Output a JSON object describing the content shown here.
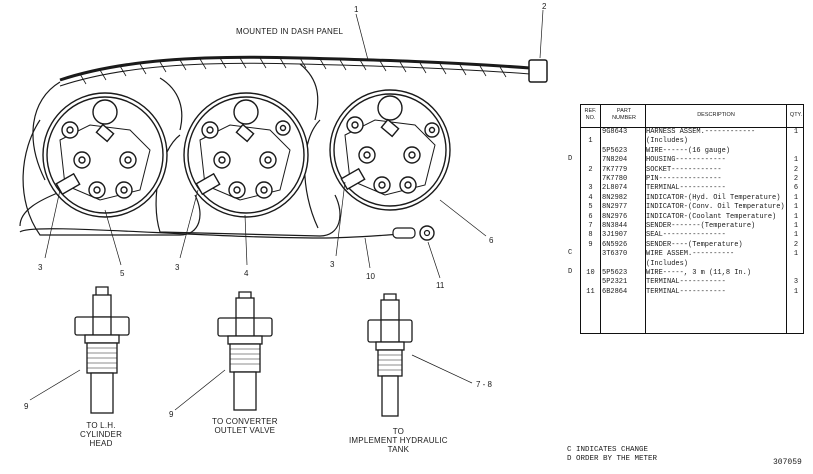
{
  "diagram": {
    "title": "MOUNTED IN DASH PANEL",
    "callouts": [
      "1",
      "2",
      "3",
      "5",
      "3",
      "4",
      "3",
      "10",
      "11",
      "6",
      "9",
      "9",
      "7 - 8"
    ],
    "sender_labels": [
      [
        "TO L.H.",
        "CYLINDER",
        "HEAD"
      ],
      [
        "TO CONVERTER",
        "OUTLET VALVE"
      ],
      [
        "TO",
        "IMPLEMENT HYDRAULIC",
        "TANK"
      ]
    ]
  },
  "table": {
    "headers": {
      "ref": "REF. NO.",
      "part": "PART NUMBER",
      "description": "DESCRIPTION",
      "qty": "QTY."
    },
    "rows": [
      {
        "ref": "",
        "part": "9G8643",
        "desc": "HARNESS ASSEM.------------",
        "qty": "1"
      },
      {
        "ref": "1",
        "part": "",
        "desc": "(Includes)",
        "qty": ""
      },
      {
        "ref": "",
        "part": "5P5623",
        "desc": "WIRE------(16 gauge)",
        "qty": ""
      },
      {
        "ref": "",
        "part": "7N8204",
        "desc": "HOUSING------------",
        "qty": "1"
      },
      {
        "ref": "2",
        "part": "7K7779",
        "desc": "SOCKET------------",
        "qty": "2"
      },
      {
        "ref": "",
        "part": "7K7780",
        "desc": "PIN---------------",
        "qty": "2"
      },
      {
        "ref": "3",
        "part": "2L8074",
        "desc": "TERMINAL-----------",
        "qty": "6"
      },
      {
        "ref": "4",
        "part": "8N2982",
        "desc": "INDICATOR-(Hyd. Oil Temperature)",
        "qty": "1"
      },
      {
        "ref": "5",
        "part": "8N2977",
        "desc": "INDICATOR-(Conv. Oil Temperature)",
        "qty": "1"
      },
      {
        "ref": "6",
        "part": "8N2976",
        "desc": "INDICATOR-(Coolant Temperature)",
        "qty": "1"
      },
      {
        "ref": "7",
        "part": "8N3844",
        "desc": "SENDER-------(Temperature)",
        "qty": "1"
      },
      {
        "ref": "8",
        "part": "3J1907",
        "desc": "SEAL---------------",
        "qty": "1"
      },
      {
        "ref": "9",
        "part": "6N5926",
        "desc": "SENDER----(Temperature)",
        "qty": "2"
      },
      {
        "ref": "",
        "part": "3T6370",
        "desc": "WIRE ASSEM.----------",
        "qty": "1"
      },
      {
        "ref": "",
        "part": "",
        "desc": "(Includes)",
        "qty": ""
      },
      {
        "ref": "10",
        "part": "5P5623",
        "desc": "WIRE-----, 3 m (11,8 In.)",
        "qty": ""
      },
      {
        "ref": "",
        "part": "5P2321",
        "desc": "TERMINAL-----------",
        "qty": "3"
      },
      {
        "ref": "11",
        "part": "6B2864",
        "desc": "TERMINAL-----------",
        "qty": "1"
      }
    ],
    "markers": [
      {
        "symbol": "D",
        "row": 3
      },
      {
        "symbol": "C",
        "row": 13
      },
      {
        "symbol": "D",
        "row": 15
      }
    ]
  },
  "legend": [
    "C INDICATES CHANGE",
    "D ORDER BY THE METER"
  ],
  "figure_code": "307059"
}
